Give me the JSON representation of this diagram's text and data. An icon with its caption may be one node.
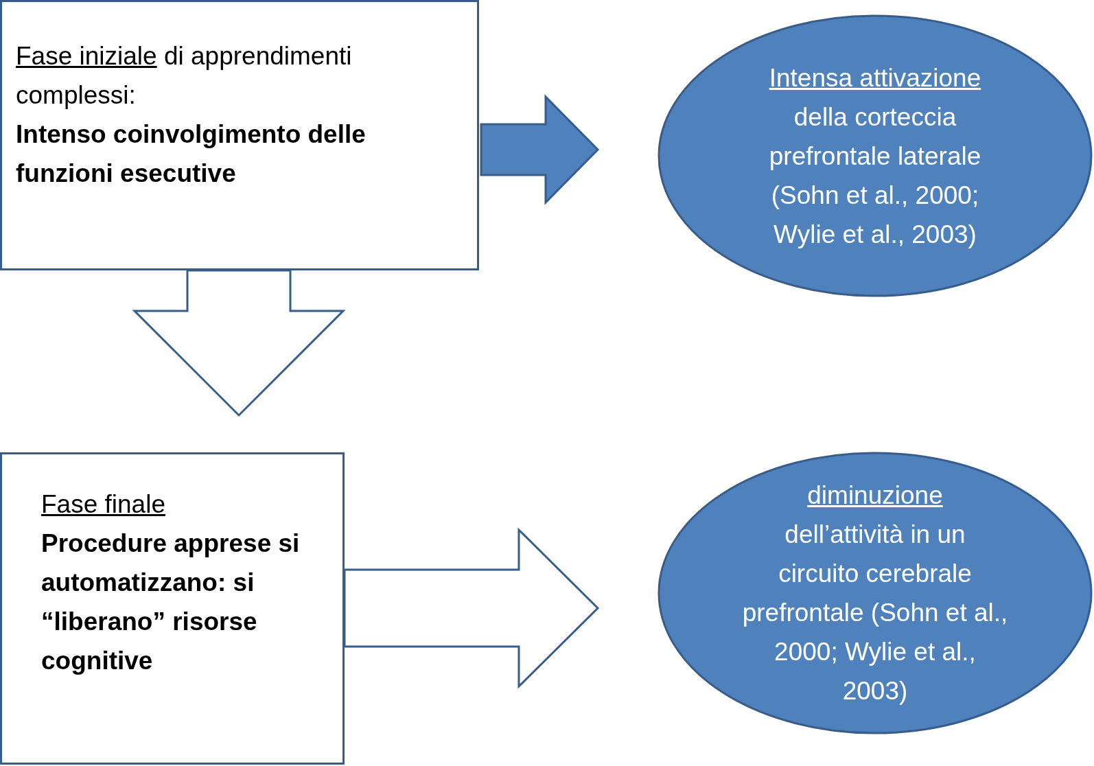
{
  "diagram": {
    "nodes": [
      {
        "text": [
          "Fase iniziale",
          "di apprendimenti complessi:",
          "Intenso coinvolgimento delle funzioni esecutive"
        ]
      },
      {
        "text": [
          "Intensa attivazione",
          "della corteccia prefrontale laterale (Sohn et al., 2000; Wylie et al., 2003)"
        ]
      },
      {
        "text": [
          "Fase finale",
          "Procedure apprese si automatizzano: si “liberano” risorse cognitive"
        ]
      },
      {
        "text": [
          "diminuzione",
          "dell’attività in un circuito cerebrale prefrontale (Sohn et al., 2000; Wylie et al., 2003)"
        ]
      }
    ],
    "edges": [
      {
        "from": 0,
        "to": 1,
        "arrow": "to",
        "color": "#4f81bd"
      },
      {
        "from": 0,
        "to": 2,
        "arrow": "to"
      },
      {
        "from": 2,
        "to": 3,
        "arrow": "to"
      }
    ]
  }
}
